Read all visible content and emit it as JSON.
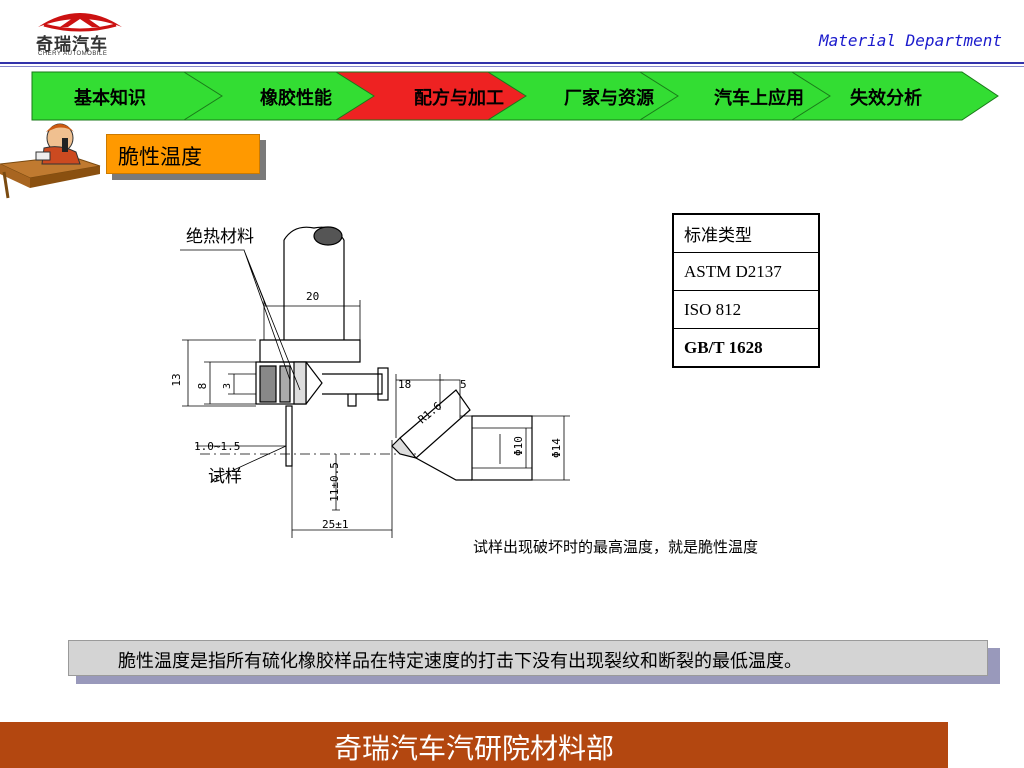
{
  "header": {
    "logo_cn": "奇瑞汽车",
    "logo_en": "CHERY AUTOMOBILE",
    "department": "Material Department"
  },
  "nav": {
    "items": [
      {
        "label": "基本知识",
        "active": false
      },
      {
        "label": "橡胶性能",
        "active": false
      },
      {
        "label": "配方与加工",
        "active": true
      },
      {
        "label": "厂家与资源",
        "active": false
      },
      {
        "label": "汽车上应用",
        "active": false
      },
      {
        "label": "失效分析",
        "active": false
      }
    ],
    "color_normal": "#33dd33",
    "color_active": "#ee2222"
  },
  "section_title": "脆性温度",
  "drawing": {
    "label_insulation": "绝热材料",
    "label_sample": "试样",
    "dim_20": "20",
    "dim_13": "13",
    "dim_8": "8",
    "dim_3": "3",
    "dim_18": "18",
    "dim_5": "5",
    "dim_r": "R1.6",
    "dim_phi10": "Φ10",
    "dim_phi14": "Φ14",
    "dim_thickness": "1.0~1.5",
    "dim_11": "11±0.5",
    "dim_25": "25±1"
  },
  "table": {
    "header": "标准类型",
    "rows": [
      "ASTM D2137",
      "ISO 812",
      "GB/T 1628"
    ]
  },
  "caption": "试样出现破坏时的最高温度，就是脆性温度",
  "definition": "脆性温度是指所有硫化橡胶样品在特定速度的打击下没有出现裂纹和断裂的最低温度。",
  "footer": "奇瑞汽车汽研院材料部"
}
